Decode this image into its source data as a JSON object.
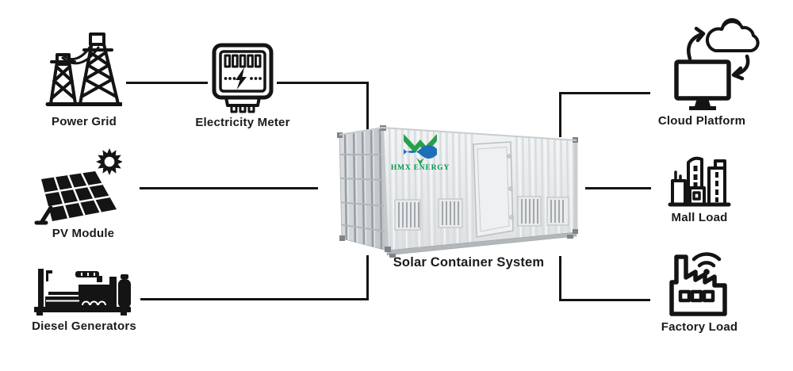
{
  "diagram": {
    "title": "Solar Container System",
    "brand": "HMX ENERGY",
    "nodes": {
      "power_grid": {
        "label": "Power Grid",
        "icon": "transmission-towers-icon"
      },
      "electricity_meter": {
        "label": "Electricity Meter",
        "icon": "electricity-meter-icon"
      },
      "pv_module": {
        "label": "PV Module",
        "icon": "solar-panel-sun-icon"
      },
      "diesel_generators": {
        "label": "Diesel Generators",
        "icon": "diesel-generator-icon"
      },
      "cloud_platform": {
        "label": "Cloud Platform",
        "icon": "monitor-cloud-sync-icon"
      },
      "mall_load": {
        "label": "Mall Load",
        "icon": "city-buildings-icon"
      },
      "factory_load": {
        "label": "Factory Load",
        "icon": "smart-factory-wifi-icon"
      }
    },
    "colors": {
      "background": "#ffffff",
      "line": "#141414",
      "icon": "#141414",
      "label_text": "#1b1b1b",
      "container_light": "#eff1f2",
      "container_shadow": "#c3c8cb",
      "logo_green": "#27a04c",
      "logo_blue": "#1d6fb7",
      "logo_text": "#009a4d"
    }
  }
}
